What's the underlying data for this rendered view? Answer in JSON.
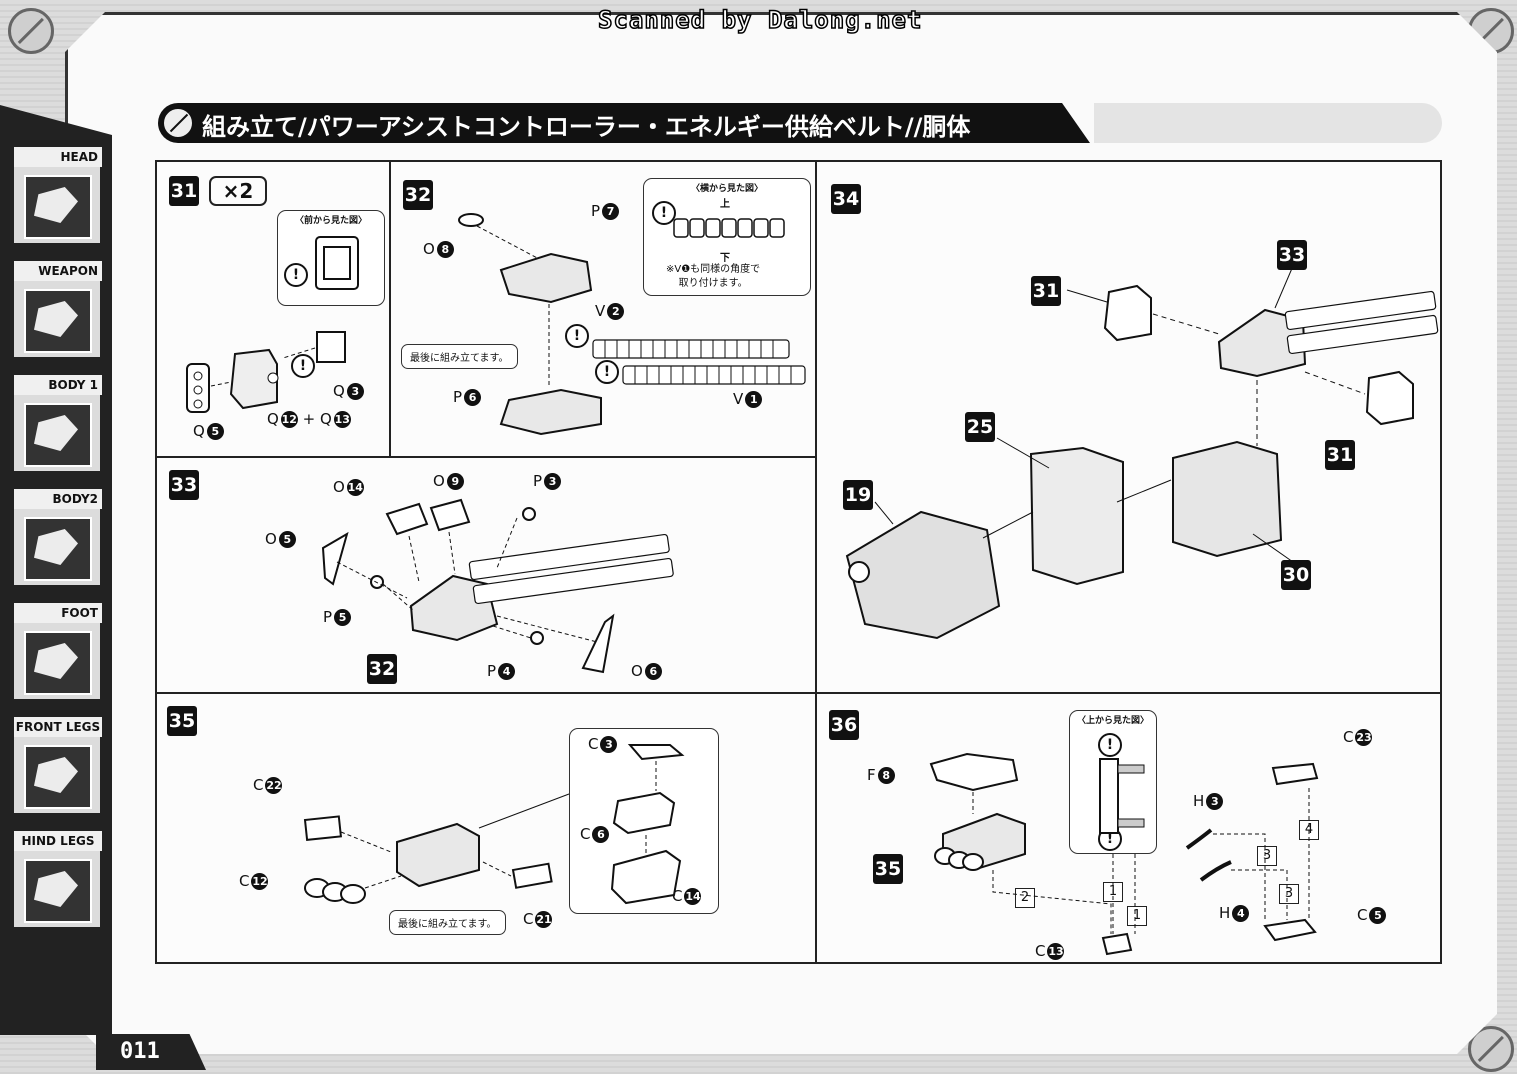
{
  "scan_tag": "Scanned by Dalong.net",
  "page_number": "011",
  "title": "組み立て/パワーアシストコントローラー・エネルギー供給ベルト//胴体",
  "sidebar": [
    {
      "label": "HEAD"
    },
    {
      "label": "WEAPON"
    },
    {
      "label": "BODY 1"
    },
    {
      "label": "BODY2"
    },
    {
      "label": "FOOT"
    },
    {
      "label": "FRONT LEGS"
    },
    {
      "label": "HIND LEGS"
    }
  ],
  "steps": {
    "s31": {
      "number": "31",
      "multiplier": "×2",
      "callout_title": "〈前から見た図〉",
      "parts": [
        {
          "letter": "Q",
          "num": "3"
        },
        {
          "letter": "Q",
          "num": "5"
        },
        {
          "letter": "Q",
          "num": "12",
          "plus": "+",
          "letter2": "Q",
          "num2": "13"
        }
      ]
    },
    "s32": {
      "number": "32",
      "callout_title": "〈横から見た図〉",
      "callout_top": "上",
      "callout_bottom": "下",
      "callout_note": "※V❶も同様の角度で\n取り付けます。",
      "note": "最後に組み立てます。",
      "parts": [
        {
          "letter": "O",
          "num": "8"
        },
        {
          "letter": "P",
          "num": "7"
        },
        {
          "letter": "V",
          "num": "2"
        },
        {
          "letter": "P",
          "num": "6"
        },
        {
          "letter": "V",
          "num": "1"
        }
      ]
    },
    "s33": {
      "number": "33",
      "ref": "32",
      "parts": [
        {
          "letter": "O",
          "num": "14"
        },
        {
          "letter": "O",
          "num": "9"
        },
        {
          "letter": "P",
          "num": "3"
        },
        {
          "letter": "O",
          "num": "5"
        },
        {
          "letter": "P",
          "num": "5"
        },
        {
          "letter": "P",
          "num": "4"
        },
        {
          "letter": "O",
          "num": "6"
        }
      ]
    },
    "s34": {
      "number": "34",
      "refs": [
        "33",
        "31",
        "31",
        "25",
        "19",
        "30"
      ]
    },
    "s35": {
      "number": "35",
      "note": "最後に組み立てます。",
      "parts": [
        {
          "letter": "C",
          "num": "22"
        },
        {
          "letter": "C",
          "num": "12"
        },
        {
          "letter": "C",
          "num": "21"
        },
        {
          "letter": "C",
          "num": "3"
        },
        {
          "letter": "C",
          "num": "6"
        },
        {
          "letter": "C",
          "num": "14"
        }
      ]
    },
    "s36": {
      "number": "36",
      "ref": "35",
      "callout_title": "〈上から見た図〉",
      "sequence": [
        "1",
        "1",
        "2",
        "3",
        "3",
        "4"
      ],
      "parts": [
        {
          "letter": "F",
          "num": "8"
        },
        {
          "letter": "C",
          "num": "23"
        },
        {
          "letter": "H",
          "num": "3"
        },
        {
          "letter": "H",
          "num": "4"
        },
        {
          "letter": "C",
          "num": "5"
        },
        {
          "letter": "C",
          "num": "13"
        }
      ]
    }
  },
  "colors": {
    "ink": "#111111",
    "page": "#fafafa",
    "frame": "#d9d9d9"
  },
  "icons": [
    "warning-icon",
    "title-emblem-icon",
    "corner-emblem-icon"
  ]
}
